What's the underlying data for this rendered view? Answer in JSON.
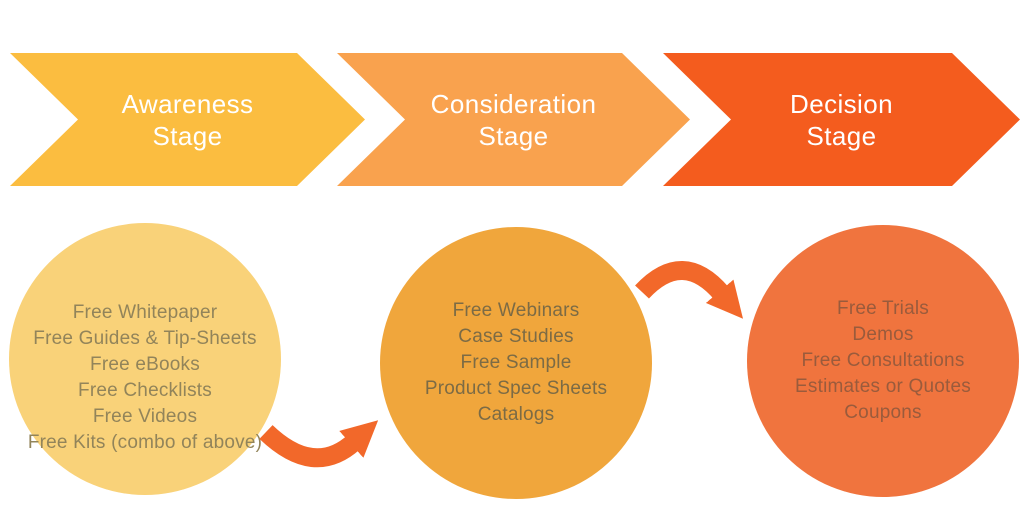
{
  "stages": [
    {
      "id": "awareness",
      "banner_label_lines": [
        "Awareness",
        "Stage"
      ],
      "banner_color": "#FBBD40",
      "circle_color": "#F9D279",
      "item_text_color": "#92845A",
      "items": [
        "Free Whitepaper",
        "Free Guides & Tip-Sheets",
        "Free eBooks",
        "Free Checklists",
        "Free Videos",
        "Free Kits (combo of above)"
      ]
    },
    {
      "id": "consideration",
      "banner_label_lines": [
        "Consideration",
        "Stage"
      ],
      "banner_color": "#F9A24E",
      "circle_color": "#F0A63C",
      "item_text_color": "#7C6B45",
      "items": [
        "Free Webinars",
        "Case Studies",
        "Free Sample",
        "Product Spec Sheets",
        "Catalogs"
      ]
    },
    {
      "id": "decision",
      "banner_label_lines": [
        "Decision",
        "Stage"
      ],
      "banner_color": "#F45C1E",
      "circle_color": "#F0743E",
      "item_text_color": "#9A5B3C",
      "items": [
        "Free Trials",
        "Demos",
        "Free Consultations",
        "Estimates or Quotes",
        "Coupons"
      ]
    }
  ],
  "banner_text_color": "#FFFFFF",
  "connector_color": "#F2682A"
}
